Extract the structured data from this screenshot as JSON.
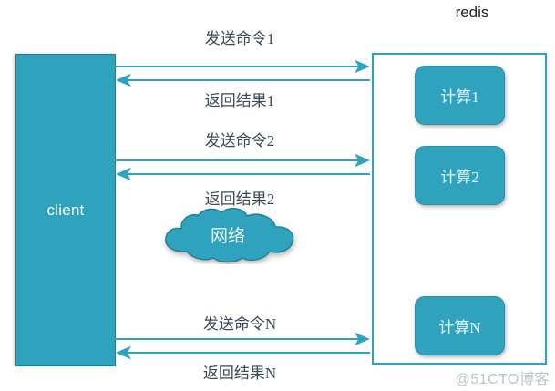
{
  "diagram": {
    "title_right": "redis",
    "client": {
      "label": "client"
    },
    "server": {
      "label": "redis",
      "compute_boxes": [
        {
          "label": "计算1"
        },
        {
          "label": "计算2"
        },
        {
          "label": "计算N"
        }
      ]
    },
    "network": {
      "label": "网络"
    },
    "messages": [
      {
        "label": "发送命令1",
        "direction": "right"
      },
      {
        "label": "返回结果1",
        "direction": "left"
      },
      {
        "label": "发送命令2",
        "direction": "right"
      },
      {
        "label": "返回结果2",
        "direction": "left"
      },
      {
        "label": "发送命令N",
        "direction": "right"
      },
      {
        "label": "返回结果N",
        "direction": "left"
      }
    ],
    "watermark": "@51CTO博客",
    "colors": {
      "teal_fill": "#2FA3BE",
      "teal_stroke": "#2B8EA6",
      "arrow": "#2FA3BE",
      "text_dark": "#3d4a57",
      "white": "#ffffff",
      "watermark": "#b9c6cf"
    }
  }
}
